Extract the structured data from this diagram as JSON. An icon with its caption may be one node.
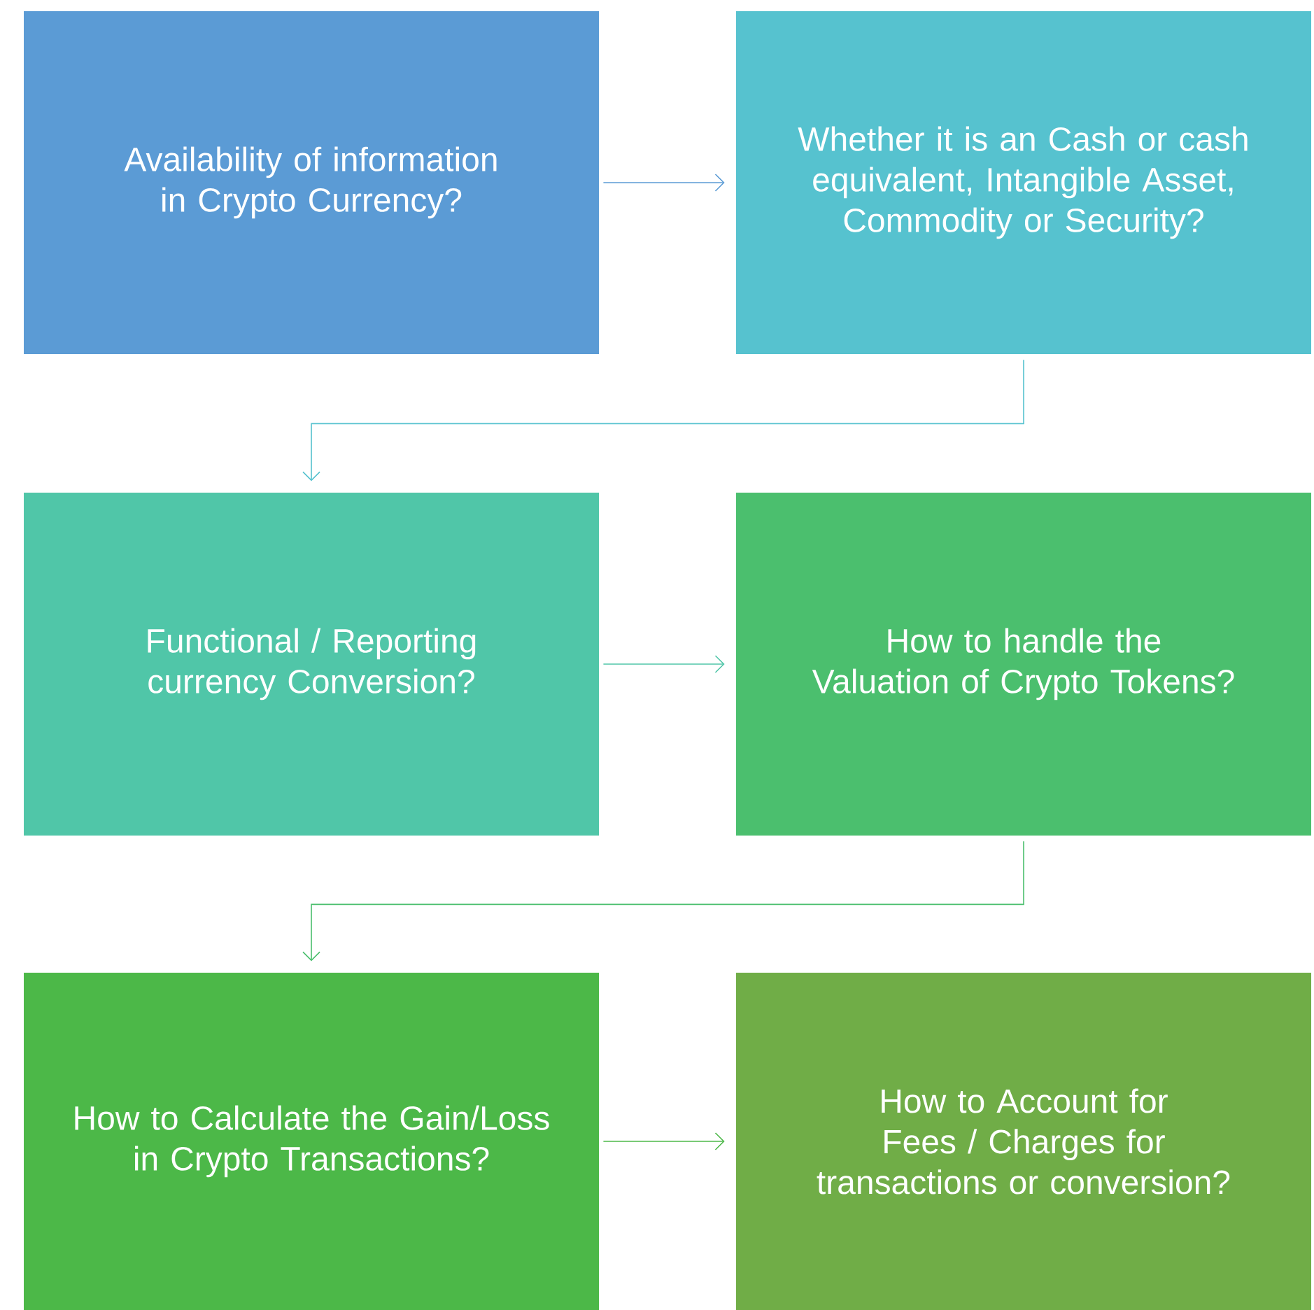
{
  "diagram": {
    "nodes": [
      {
        "text": [
          "Availability of information in Crypto Currency?"
        ]
      },
      {
        "text": [
          "Whether it is an Cash or cash equivalent, Intangible Asset, Commodity or Security?"
        ]
      },
      {
        "text": [
          "Functional / Reporting currency Conversion?"
        ]
      },
      {
        "text": [
          "How to handle the Valuation of Crypto Tokens?"
        ]
      },
      {
        "text": [
          "How to Calculate the Gain/Loss in Crypto Transactions?"
        ]
      },
      {
        "text": [
          "How to Account for Fees / Charges for transactions or conversion?"
        ]
      }
    ],
    "edges": [
      {
        "from": 0,
        "to": 1,
        "arrow": "to",
        "color": "#5b9bd5"
      },
      {
        "from": 1,
        "to": 2,
        "arrow": "to",
        "color": "#56c2cf"
      },
      {
        "from": 2,
        "to": 3,
        "arrow": "to",
        "color": "#50c6a8"
      },
      {
        "from": 3,
        "to": 4,
        "arrow": "to",
        "color": "#4bbf6e"
      },
      {
        "from": 4,
        "to": 5,
        "arrow": "to",
        "color": "#4cb848"
      }
    ]
  }
}
